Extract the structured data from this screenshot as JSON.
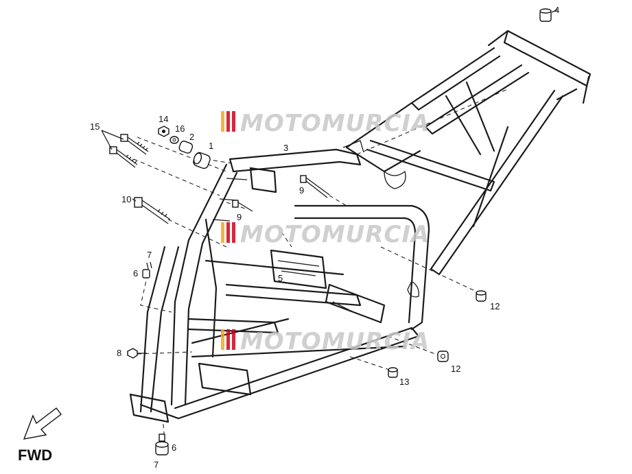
{
  "watermark": {
    "text": "MOTOMURCIA",
    "colors": [
      "#f5a623",
      "#d0021b",
      "#bdbdbd"
    ]
  },
  "direction_label": "FWD",
  "callouts": [
    {
      "id": "c4",
      "text": "4"
    },
    {
      "id": "c14",
      "text": "14"
    },
    {
      "id": "c16",
      "text": "16"
    },
    {
      "id": "c2",
      "text": "2"
    },
    {
      "id": "c1",
      "text": "1"
    },
    {
      "id": "c15",
      "text": "15"
    },
    {
      "id": "c3",
      "text": "3"
    },
    {
      "id": "c9a",
      "text": "9"
    },
    {
      "id": "c9b",
      "text": "9"
    },
    {
      "id": "c10",
      "text": "10"
    },
    {
      "id": "c7a",
      "text": "7"
    },
    {
      "id": "c6a",
      "text": "6"
    },
    {
      "id": "c5",
      "text": "5"
    },
    {
      "id": "c12a",
      "text": "12"
    },
    {
      "id": "c8",
      "text": "8"
    },
    {
      "id": "c12b",
      "text": "12"
    },
    {
      "id": "c13",
      "text": "13"
    },
    {
      "id": "c6b",
      "text": "6"
    },
    {
      "id": "c7b",
      "text": "7"
    }
  ]
}
